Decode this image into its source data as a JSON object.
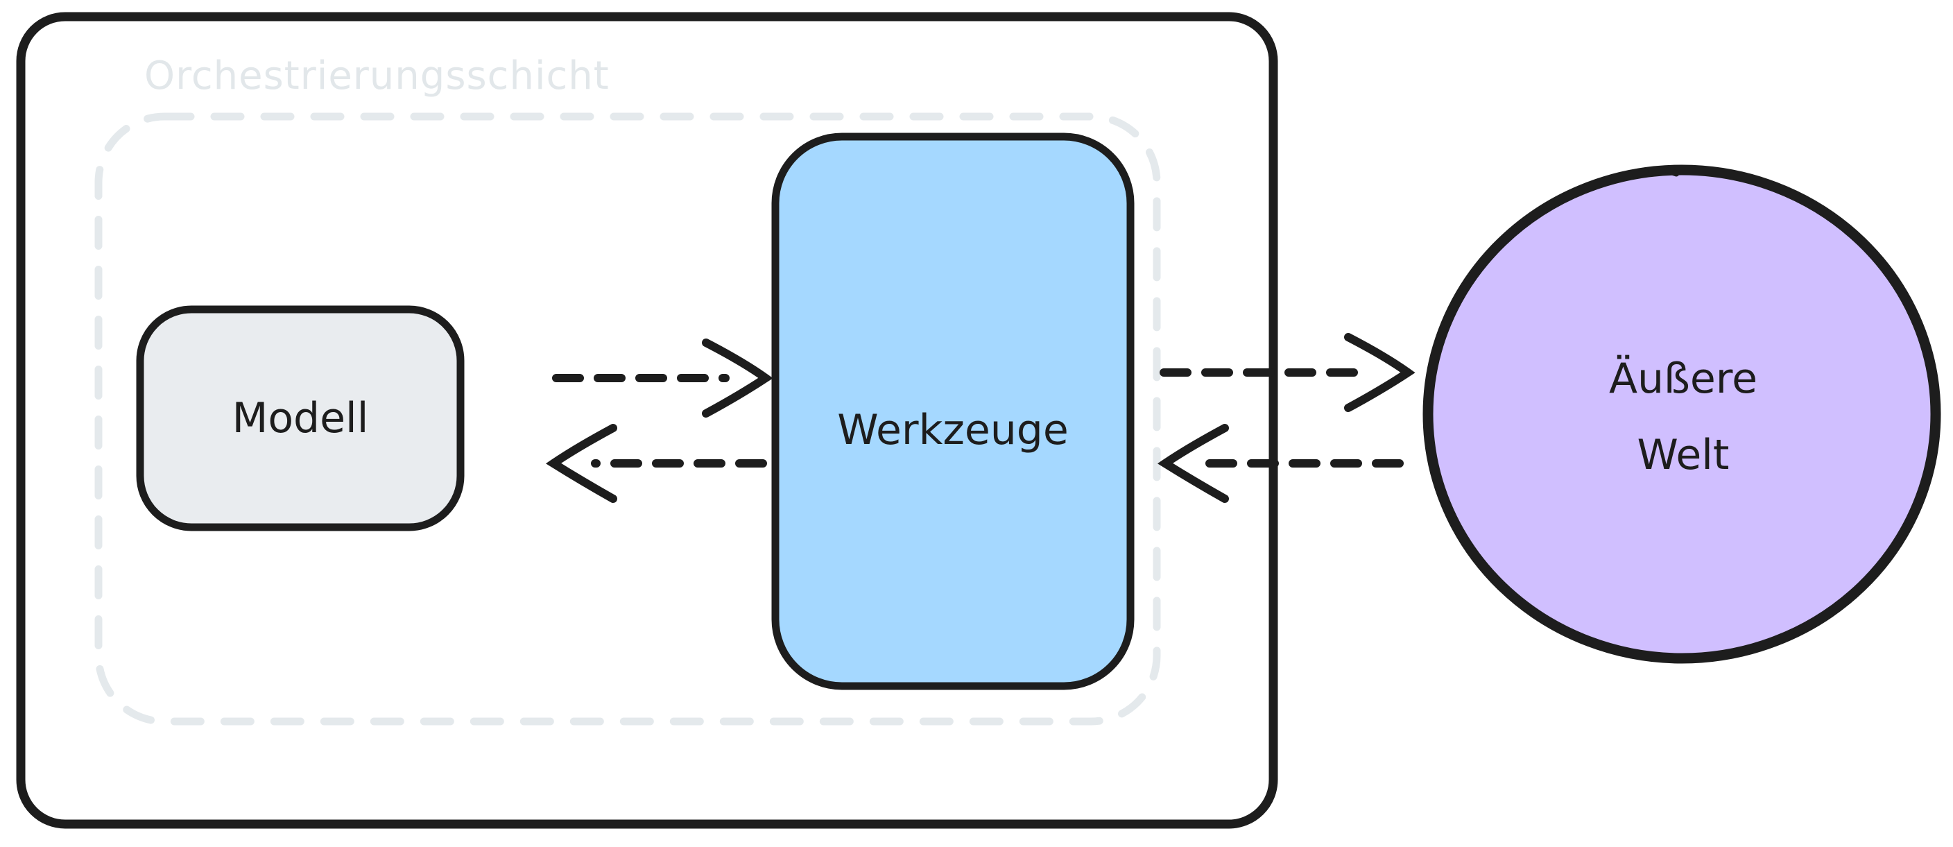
{
  "diagram": {
    "background": "#ffffff",
    "stroke_color": "#1d1d1d",
    "orchestration": {
      "label": "Orchestrierungsschicht",
      "label_color": "#e2e7ea",
      "dash_color": "#e4e9ec"
    },
    "nodes": {
      "model": {
        "label": "Modell",
        "fill": "#e9ecef"
      },
      "tools": {
        "label": "Werkzeuge",
        "fill": "#a5d8ff"
      },
      "world": {
        "label_line1": "Äußere",
        "label_line2": "Welt",
        "fill": "#d0bfff"
      }
    },
    "arrows": [
      {
        "id": "model-to-tools",
        "from": "Modell",
        "to": "Werkzeuge",
        "style": "dashed"
      },
      {
        "id": "tools-to-model",
        "from": "Werkzeuge",
        "to": "Modell",
        "style": "dashed"
      },
      {
        "id": "tools-to-world",
        "from": "Werkzeuge",
        "to": "Äußere Welt",
        "style": "dashed"
      },
      {
        "id": "world-to-tools",
        "from": "Äußere Welt",
        "to": "Werkzeuge",
        "style": "dashed"
      }
    ]
  }
}
